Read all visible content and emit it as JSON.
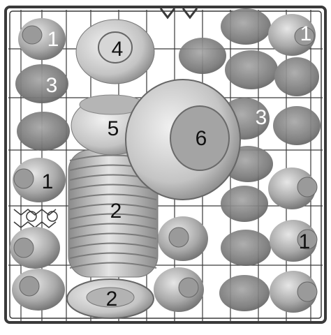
{
  "image": {
    "subject": "dishwasher-upper-rack",
    "labels": {
      "cup_top_left": "1",
      "glass_left": "3",
      "bowl": "4",
      "small_bowl": "5",
      "large_plate": "6",
      "plates_stack": "2",
      "cup_left_mid": "1",
      "glass_right": "3",
      "cup_top_right": "1",
      "cup_bottom_right": "1",
      "saucer_bottom": "2"
    },
    "colors": {
      "rack_wire": "#3a3a3a",
      "item_light": "#d9d9d9",
      "item_mid": "#9a9a9a",
      "item_dark": "#6c6c6c",
      "label_dark": "#111111",
      "label_light": "#ffffff"
    }
  }
}
